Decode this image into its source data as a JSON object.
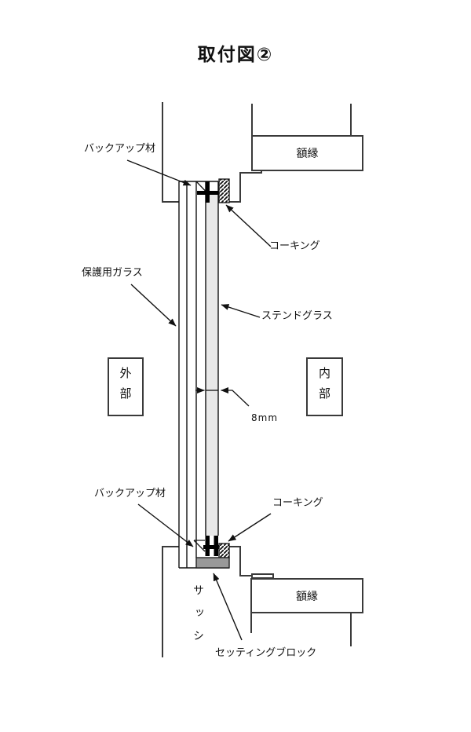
{
  "title": "取付図②",
  "labels": {
    "backup_top": "バックアップ材",
    "caulking_top": "コーキング",
    "protective_glass": "保護用ガラス",
    "stained_glass": "ステンドグラス",
    "exterior": "外部",
    "interior": "内部",
    "dimension": "8mm",
    "backup_bottom": "バックアップ材",
    "caulking_bottom": "コーキング",
    "frame_top": "額縁",
    "frame_bottom": "額縁",
    "sash": "サッシ",
    "setting_block": "セッティングブロック"
  },
  "colors": {
    "background": "#ffffff",
    "wall_line": "#3a3a3a",
    "glass_line": "#111111",
    "seal_fill": "#000000",
    "stained_glass_fill": "#e8e8e8",
    "setting_block_fill": "#999999",
    "text": "#111111"
  }
}
